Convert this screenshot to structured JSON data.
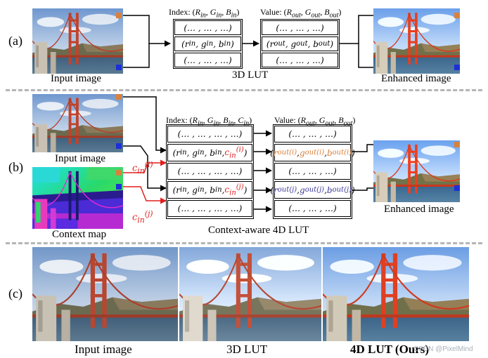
{
  "panel_labels": {
    "a": "(a)",
    "b": "(b)",
    "c": "(c)"
  },
  "section_a": {
    "input_caption": "Input image",
    "output_caption": "Enhanced image",
    "index_header": "Index:(R_in, G_in, B_in)",
    "value_header": "Value:(R_out, G_out, B_out)",
    "index_rows": [
      "(… , … , …)",
      "(r_in, g_in, b_in)",
      "(… , … , …)"
    ],
    "value_rows": [
      "(… , … , …)",
      "(r_out, g_out, b_out)",
      "(… , … , …)"
    ],
    "table_caption": "3D LUT"
  },
  "section_b": {
    "input_caption": "Input image",
    "context_caption": "Context map",
    "output_caption": "Enhanced image",
    "index_header": "Index:(R_in, G_in, B_in, C_in)",
    "value_header": "Value:(R_out, G_out, B_out)",
    "index_rows": [
      "(… , … , … , …)",
      "(r_in, g_in, b_in, c_in^(i))",
      "(… , … , … , …)",
      "(r_in, g_in, b_in, c_in^(j))",
      "(… , … , … , …)"
    ],
    "value_rows": [
      "(… , … , …)",
      "(r_out^(i), g_out^(i), b_out^(i))",
      "(… , … , …)",
      "(r_out^(j), g_out^(j), b_out^(j))",
      "(… , … , …)"
    ],
    "context_i": "c_in^(i)",
    "context_j": "c_in^(j)",
    "table_caption": "Context-aware 4D LUT"
  },
  "section_c": {
    "captions": [
      "Input image",
      "3D LUT",
      "4D LUT (Ours)"
    ]
  },
  "watermark": "CSDN @PixelMind",
  "colors": {
    "orange_marker": "#d9813b",
    "blue_marker": "#1c2fd9",
    "context_arrow": "#e01f1f",
    "value_i": "#d9813b",
    "value_j": "#3e3c9a",
    "separator": "#b5b5b5"
  }
}
